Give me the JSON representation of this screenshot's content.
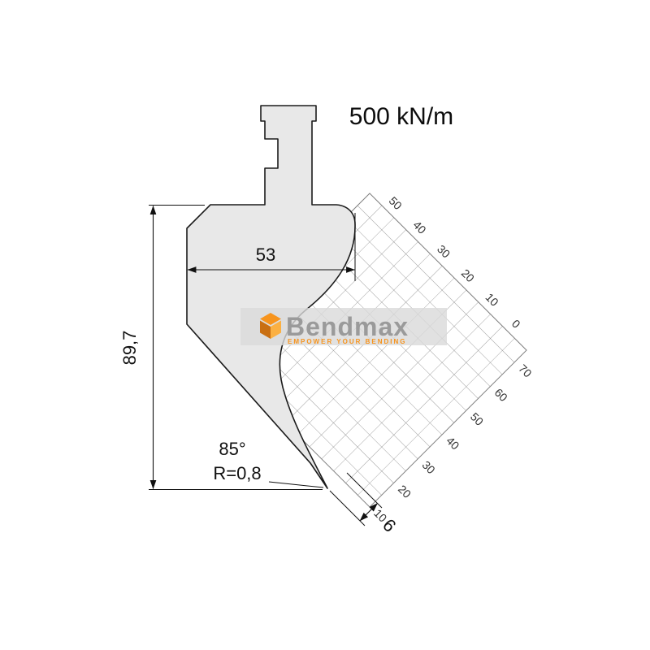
{
  "header": {
    "rating": "500 kN/m"
  },
  "dimensions": {
    "width": "53",
    "height": "89,7",
    "tip_angle": "85°",
    "tip_radius": "R=0,8",
    "tip_width": "6"
  },
  "grid": {
    "top_labels": [
      "50",
      "40",
      "30",
      "20",
      "10",
      "0"
    ],
    "right_labels": [
      "70",
      "60",
      "50",
      "40",
      "30",
      "20",
      "10"
    ]
  },
  "watermark": {
    "brand": "Bendmax",
    "tagline": "EMPOWER YOUR BENDING"
  },
  "colors": {
    "punch_fill": "#e8e8e8",
    "outline": "#1b1b1b",
    "grid_line": "#7f7f7f",
    "accent_orange": "#f7941d",
    "brand_gray": "#9a9a9a",
    "dimension_color": "#111111"
  }
}
